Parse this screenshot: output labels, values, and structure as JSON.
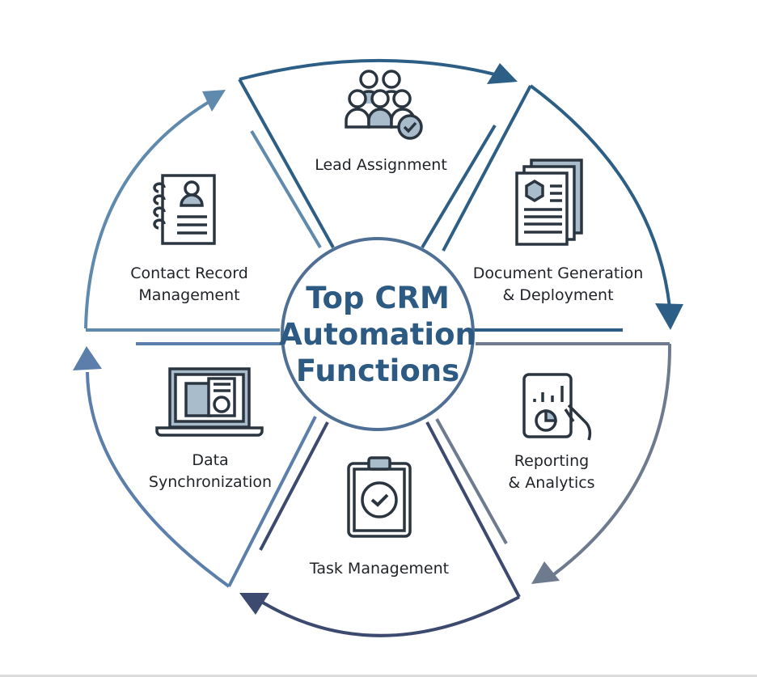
{
  "title": {
    "line1": "Top CRM",
    "line2": "Automation",
    "line3": "Functions"
  },
  "colors": {
    "title": "#2c5a83",
    "icon_stroke": "#2a3540",
    "icon_fill": "#a9bccb",
    "text": "#1f2328"
  },
  "segments": [
    {
      "id": "lead-assignment",
      "line1": "Lead Assignment",
      "line2": "",
      "icon": "people-group-check-icon",
      "color": "#2d5f86"
    },
    {
      "id": "document-generation",
      "line1": "Document Generation",
      "line2": "& Deployment",
      "icon": "stacked-documents-icon",
      "color": "#2d5f86"
    },
    {
      "id": "reporting-analytics",
      "line1": "Reporting",
      "line2": "& Analytics",
      "icon": "report-chart-hand-icon",
      "color": "#6e7b8e"
    },
    {
      "id": "task-management",
      "line1": "Task Management",
      "line2": "",
      "icon": "clipboard-check-icon",
      "color": "#3b4a6e"
    },
    {
      "id": "data-synchronization",
      "line1": "Data",
      "line2": "Synchronization",
      "icon": "laptop-documents-icon",
      "color": "#5c7eaa"
    },
    {
      "id": "contact-record",
      "line1": "Contact Record",
      "line2": "Management",
      "icon": "contact-notebook-icon",
      "color": "#5f89ad"
    }
  ]
}
